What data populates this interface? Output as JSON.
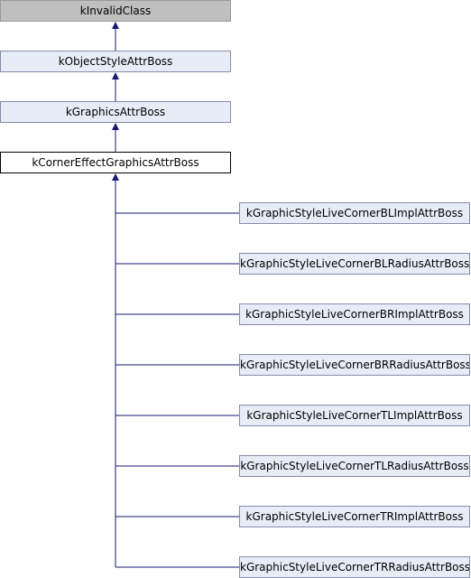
{
  "diagram": {
    "ancestors": [
      {
        "label": "kInvalidClass",
        "style": "base"
      },
      {
        "label": "kObjectStyleAttrBoss",
        "style": "parent"
      },
      {
        "label": "kGraphicsAttrBoss",
        "style": "parent"
      }
    ],
    "current": {
      "label": "kCornerEffectGraphicsAttrBoss"
    },
    "children": [
      {
        "label": "kGraphicStyleLiveCornerBLImplAttrBoss"
      },
      {
        "label": "kGraphicStyleLiveCornerBLRadiusAttrBoss"
      },
      {
        "label": "kGraphicStyleLiveCornerBRImplAttrBoss"
      },
      {
        "label": "kGraphicStyleLiveCornerBRRadiusAttrBoss"
      },
      {
        "label": "kGraphicStyleLiveCornerTLImplAttrBoss"
      },
      {
        "label": "kGraphicStyleLiveCornerTLRadiusAttrBoss"
      },
      {
        "label": "kGraphicStyleLiveCornerTRImplAttrBoss"
      },
      {
        "label": "kGraphicStyleLiveCornerTRRadiusAttrBoss"
      }
    ],
    "colors": {
      "edge": "#191970",
      "node_fill": "#e7ecf6",
      "node_border": "#868dab",
      "base_fill": "#bfbfbf",
      "current_fill": "#ffffff"
    }
  }
}
